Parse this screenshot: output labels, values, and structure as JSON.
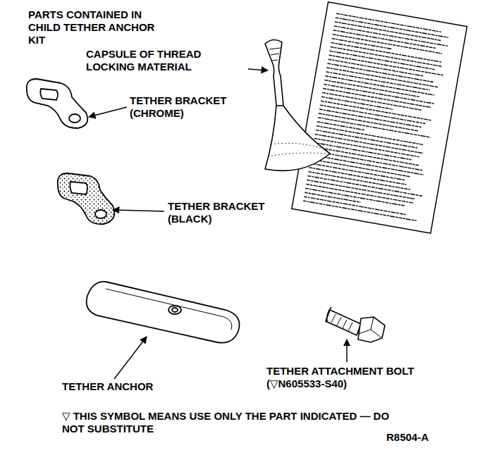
{
  "diagram": {
    "title": "PARTS CONTAINED IN CHILD TETHER ANCHOR KIT",
    "labels": [
      "CAPSULE OF THREAD LOCKING MATERIAL",
      "TETHER BRACKET (CHROME)",
      "TETHER BRACKET (BLACK)",
      "TETHER ANCHOR",
      "TETHER ATTACHMENT BOLT (▽N605533-S40)",
      "▽ THIS SYMBOL MEANS USE ONLY THE PART INDICATED — DO NOT SUBSTITUTE",
      "R8504-A"
    ]
  }
}
